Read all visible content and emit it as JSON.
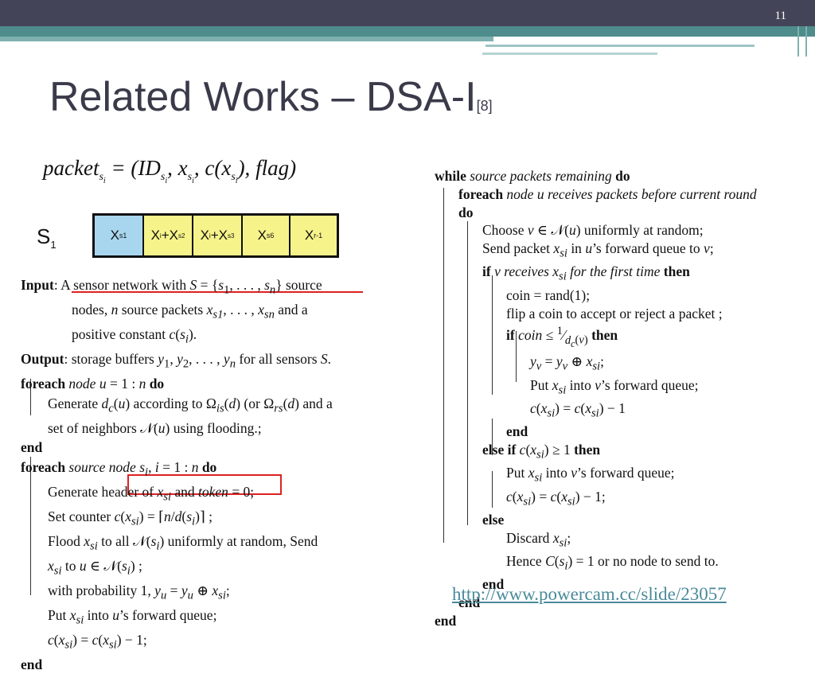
{
  "slide": {
    "number": "11",
    "title": "Related Works – DSA-I",
    "title_ref": "[8]"
  },
  "packet_formula": "packet_si = (ID_si, x_si, c(x_si), flag)",
  "buffer": {
    "row_label": "S",
    "row_sub": "1",
    "cells": [
      "Xs1",
      "Xi+Xs2",
      "Xi+Xs3",
      "Xs6",
      "Xr-1"
    ]
  },
  "left_algo": [
    "Input: A sensor network with S = {s1, . . . , sn} source",
    "nodes, n source packets xs1, . . . , xsn and a",
    "positive constant c(si).",
    "Output: storage buffers y1, y2, . . . , yn for all sensors S.",
    "foreach node u = 1 : n do",
    "Generate dc(u) according to Ωis(d) (or Ωrs(d) and a",
    "set of neighbors N(u) using flooding.;",
    "end",
    "foreach source node si, i = 1 : n do",
    "Generate header of xsi and token = 0;",
    "Set counter c(xsi) = ⌈n/d(si)⌉ ;",
    "Flood xsi to all N(si) uniformly at random, Send",
    "xsi to u ∈ N(si) ;",
    "with probability 1, yu = yu ⊕ xsi;",
    "Put xsi into u's forward queue;",
    "c(xsi) = c(xsi) − 1;",
    "end"
  ],
  "right_algo": [
    "while source packets remaining do",
    "foreach node u receives packets before current round",
    "do",
    "Choose v ∈ N(u) uniformly at random;",
    "Send packet xsi in u's forward queue to v;",
    "if v receives xsi for the first time then",
    "coin = rand(1);",
    "flip a coin to accept or reject a packet ;",
    "if coin ≤ 1/dc(v) then",
    "yv = yv ⊕ xsi;",
    "Put xsi into v's forward queue;",
    "c(xsi) = c(xsi) − 1",
    "end",
    "else if c(xsi) ≥ 1 then",
    "Put xsi into v's forward queue;",
    "c(xsi) = c(xsi) − 1;",
    "else",
    "Discard xsi;",
    "Hence C(si) = 1 or no node to send to.",
    "end",
    "end",
    "end"
  ],
  "footer_url": "http://www.powercam.cc/slide/23057"
}
